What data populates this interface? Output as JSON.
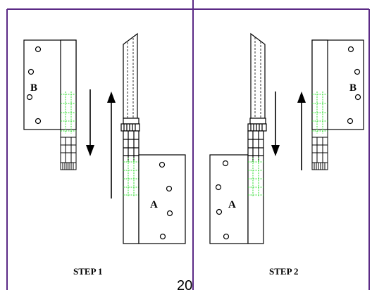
{
  "step1": {
    "label": "STEP 1",
    "leaf_top": "B",
    "leaf_bottom": "A"
  },
  "step2": {
    "label": "STEP 2",
    "leaf_top": "B",
    "leaf_bottom": "A"
  },
  "page_number": "20",
  "colors": {
    "frame": "#5b2a86",
    "line": "#000000",
    "marking": "#33dd33",
    "background": "#ffffff"
  }
}
